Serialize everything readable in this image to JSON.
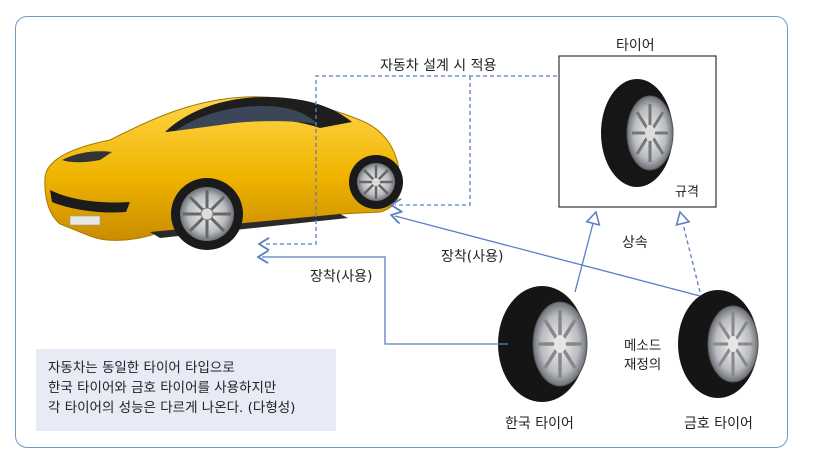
{
  "labels": {
    "tire_class": "타이어",
    "spec": "규격",
    "apply_on_design": "자동차 설계 시 적용",
    "inheritance": "상속",
    "mount_use_1": "장착(사용)",
    "mount_use_2": "장착(사용)",
    "method_redefine_line1": "메소드",
    "method_redefine_line2": "재정의",
    "hankook_tire": "한국 타이어",
    "kumho_tire": "금호 타이어"
  },
  "note": {
    "line1": "자동차는 동일한 타이어 타입으로",
    "line2": "한국 타이어와 금호 타이어를 사용하지만",
    "line3": "각 타이어의 성능은 다르게 나온다. (다형성)"
  },
  "colors": {
    "frame": "#6f9ac8",
    "arrow": "#5b7fc4",
    "car_body": "#f0b400",
    "note_bg": "#e8ebf6"
  }
}
